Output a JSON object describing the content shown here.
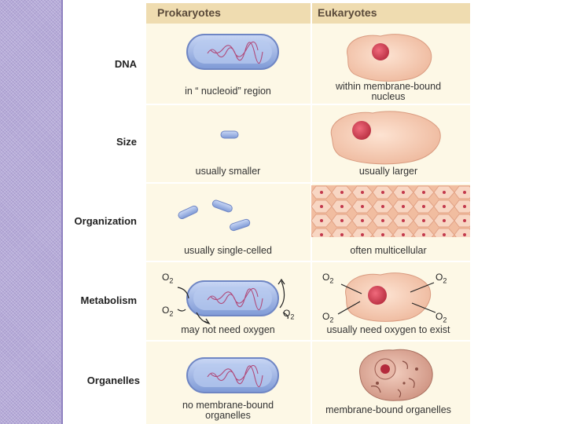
{
  "header": {
    "prokaryotes": "Prokaryotes",
    "eukaryotes": "Eukaryotes"
  },
  "rows": [
    {
      "label": "DNA",
      "pro": "in “ nucleoid” region",
      "eu_line1": "within membrane-bound",
      "eu_line2": "nucleus"
    },
    {
      "label": "Size",
      "pro": "usually smaller",
      "eu": "usually larger"
    },
    {
      "label": "Organization",
      "pro": "usually single-celled",
      "eu": "often multicellular"
    },
    {
      "label": "Metabolism",
      "pro": "may not need oxygen",
      "eu": "usually need oxygen to exist"
    },
    {
      "label": "Organelles",
      "pro_line1": "no membrane-bound",
      "pro_line2": "organelles",
      "eu": "membrane-bound organelles"
    }
  ],
  "o2_label": "O2",
  "colors": {
    "header": "#efdcb0",
    "panel": "#fdf8e6",
    "prokaryote": "#9fb6e6",
    "eukaryote": "#f6c9ad",
    "nucleus": "#d63d4f",
    "side_stripe": "#b6abd8"
  }
}
